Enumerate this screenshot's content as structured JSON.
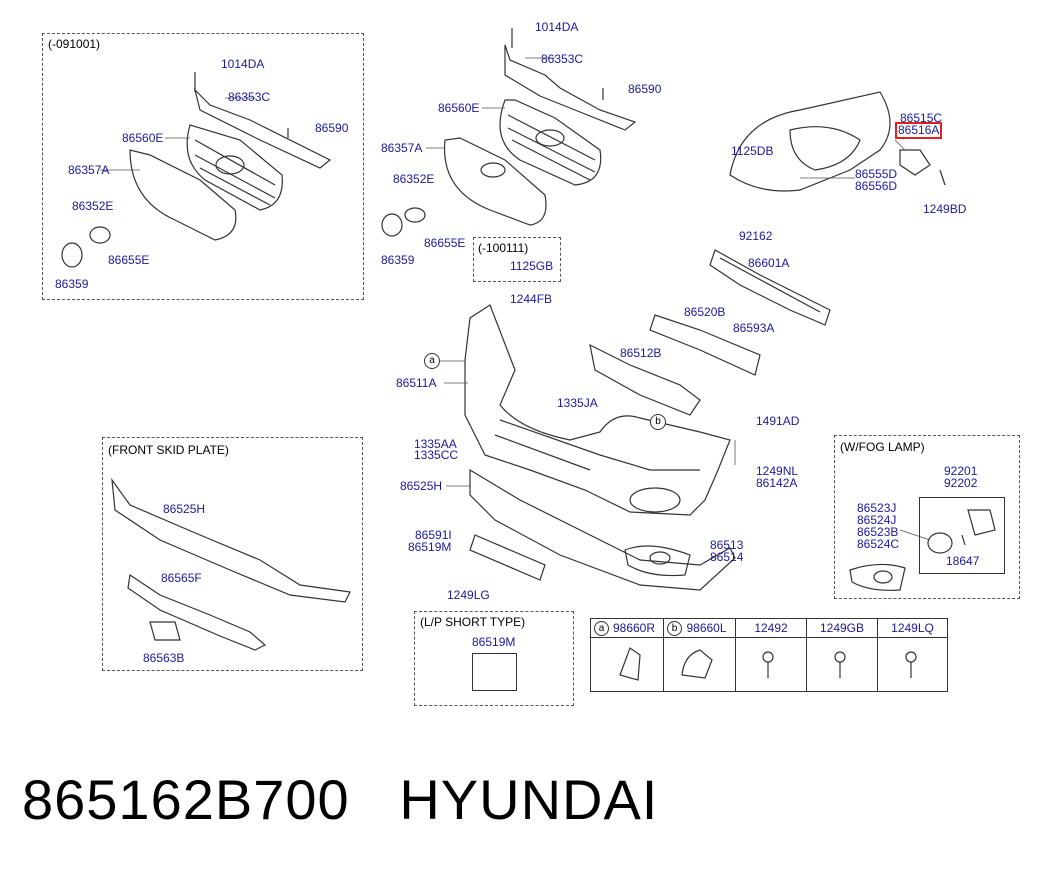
{
  "diagram": {
    "big_caption": "865162B700   HYUNDAI",
    "highlighted_part": "86516A",
    "markers": {
      "a": "a",
      "b": "b"
    },
    "boxes": {
      "grille_old": "(-091001)",
      "emblem_old": "(-100111)",
      "skid_plate": "(FRONT SKID PLATE)",
      "fog_lamp": "(W/FOG LAMP)",
      "lp_short": "(L/P SHORT TYPE)"
    },
    "labels": {
      "old_1014DA": "1014DA",
      "old_86353C": "86353C",
      "old_86590": "86590",
      "old_86560E": "86560E",
      "old_86357A": "86357A",
      "old_86352E": "86352E",
      "old_86655E": "86655E",
      "old_86359": "86359",
      "m_1014DA": "1014DA",
      "m_86353C": "86353C",
      "m_86590": "86590",
      "m_86560E": "86560E",
      "m_86357A": "86357A",
      "m_86352E": "86352E",
      "m_86655E": "86655E",
      "m_86359": "86359",
      "m_1125GB": "1125GB",
      "m_1244FB": "1244FB",
      "m_86511A": "86511A",
      "r_86515C": "86515C",
      "r_1125DB": "1125DB",
      "r_86555D": "86555D",
      "r_86556D": "86556D",
      "r_1249BD": "1249BD",
      "r_92162": "92162",
      "r_86601A": "86601A",
      "r_86520B": "86520B",
      "r_86593A": "86593A",
      "r_86512B": "86512B",
      "r_1335JA": "1335JA",
      "r_1491AD": "1491AD",
      "m_1335AA": "1335AA",
      "m_1335CC": "1335CC",
      "m_86525H": "86525H",
      "m_1249NL": "1249NL",
      "m_86142A": "86142A",
      "m_86591I": "86591I",
      "m_86519M": "86519M",
      "m_86513": "86513",
      "m_86514": "86514",
      "m_1249LG": "1249LG",
      "s_86525H": "86525H",
      "s_86565F": "86565F",
      "s_86563B": "86563B",
      "f_92201": "92201",
      "f_92202": "92202",
      "f_86523J": "86523J",
      "f_86524J": "86524J",
      "f_86523B": "86523B",
      "f_86524C": "86524C",
      "f_18647": "18647",
      "lp_86519M": "86519M"
    },
    "table_headers": [
      "98660R",
      "98660L",
      "12492",
      "1249GB",
      "1249LQ"
    ]
  }
}
